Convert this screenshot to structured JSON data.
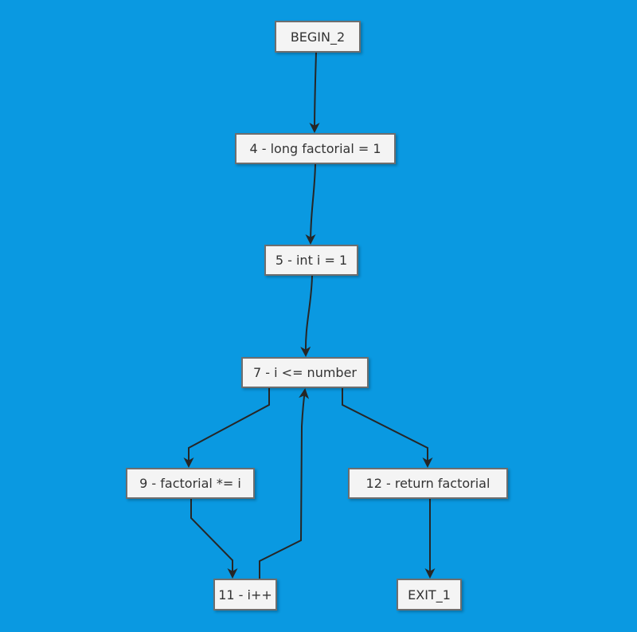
{
  "diagram": {
    "title": "control-flow-graph",
    "colors": {
      "background": "#0a99e1",
      "node_fill": "#f4f4f4",
      "node_border": "#6e6e6e",
      "edge": "#262626",
      "text": "#333333"
    },
    "nodes": {
      "begin": {
        "label": "BEGIN_2"
      },
      "n4": {
        "label": "4 - long factorial = 1"
      },
      "n5": {
        "label": "5 - int i = 1"
      },
      "n7": {
        "label": "7 - i <= number"
      },
      "n9": {
        "label": "9 - factorial *= i"
      },
      "n12": {
        "label": "12 - return factorial"
      },
      "n11": {
        "label": "11 - i++"
      },
      "exit": {
        "label": "EXIT_1"
      }
    },
    "edges": [
      {
        "from": "BEGIN_2",
        "to": "4 - long factorial = 1"
      },
      {
        "from": "4 - long factorial = 1",
        "to": "5 - int i = 1"
      },
      {
        "from": "5 - int i = 1",
        "to": "7 - i <= number"
      },
      {
        "from": "7 - i <= number",
        "to": "9 - factorial *= i"
      },
      {
        "from": "7 - i <= number",
        "to": "12 - return factorial"
      },
      {
        "from": "9 - factorial *= i",
        "to": "11 - i++"
      },
      {
        "from": "11 - i++",
        "to": "7 - i <= number"
      },
      {
        "from": "12 - return factorial",
        "to": "EXIT_1"
      }
    ]
  }
}
